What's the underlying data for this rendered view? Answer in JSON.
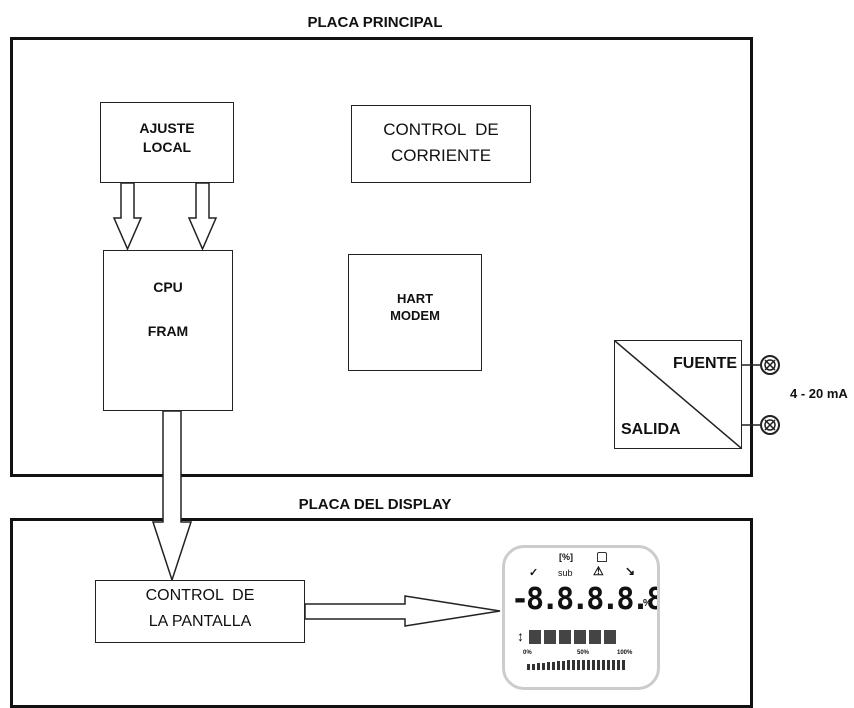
{
  "main_board": {
    "title": "PLACA PRINCIPAL"
  },
  "display_board": {
    "title": "PLACA DEL DISPLAY"
  },
  "blocks": {
    "local_adjust": {
      "line1": "AJUSTE",
      "line2": "LOCAL"
    },
    "current_control": {
      "line1": "CONTROL  DE",
      "line2": "CORRIENTE"
    },
    "cpu": {
      "line1": "CPU",
      "line2": "FRAM"
    },
    "hart_modem": {
      "line1": "HART",
      "line2": "MODEM"
    },
    "converter": {
      "source": "FUENTE",
      "output": "SALIDA"
    },
    "display_control": {
      "line1": "CONTROL  DE",
      "line2": "LA PANTALLA"
    }
  },
  "signal_label": "4 - 20 mA",
  "lcd": {
    "digits": "-8.8.8.8.8",
    "unit": "%",
    "top_icon": "[%]",
    "mid_text": "sub",
    "bar_left": "0%",
    "bar_mid": "50%",
    "bar_right": "100%"
  }
}
